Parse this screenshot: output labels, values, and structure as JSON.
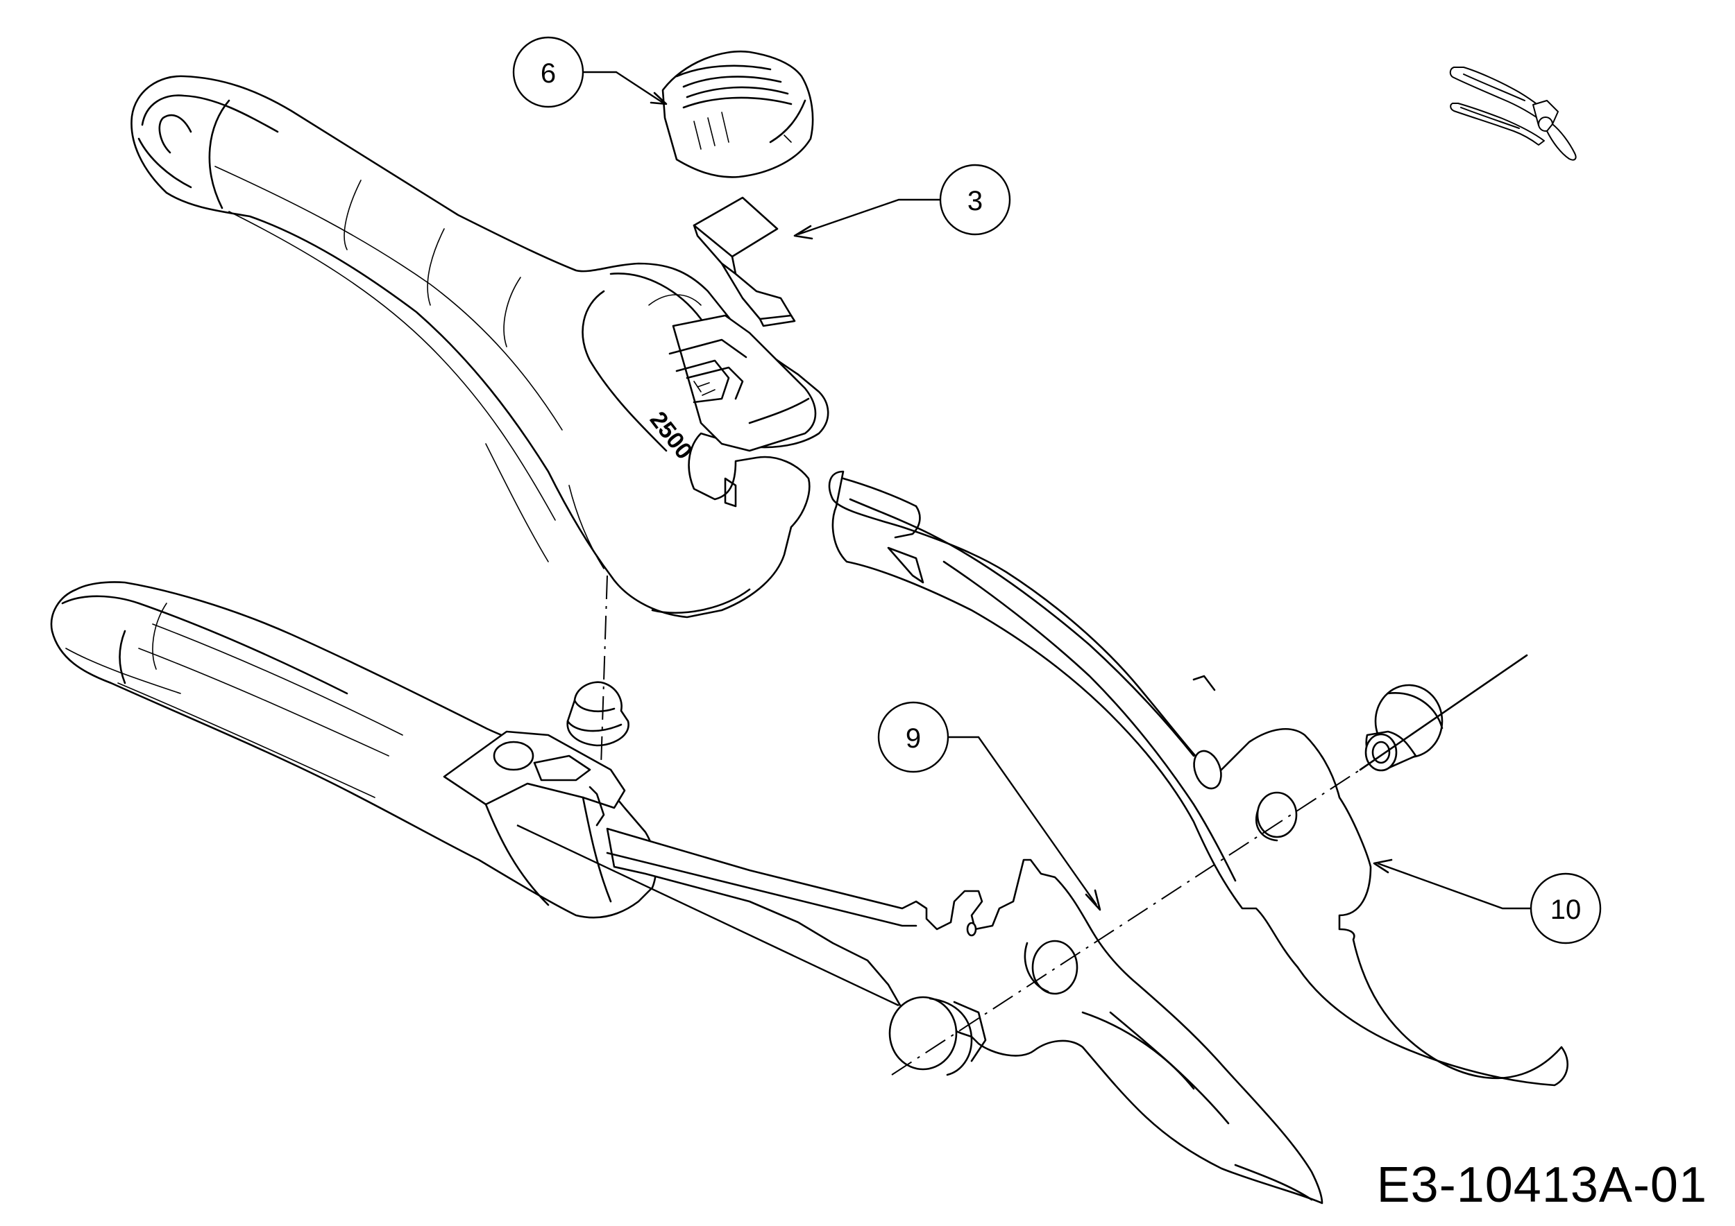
{
  "callouts": [
    {
      "id": "part-6",
      "label": "6"
    },
    {
      "id": "part-3",
      "label": "3"
    },
    {
      "id": "part-9",
      "label": "9"
    },
    {
      "id": "part-10",
      "label": "10"
    }
  ],
  "handle_imprint": "2500",
  "drawing_number": "E3-10413A-01"
}
